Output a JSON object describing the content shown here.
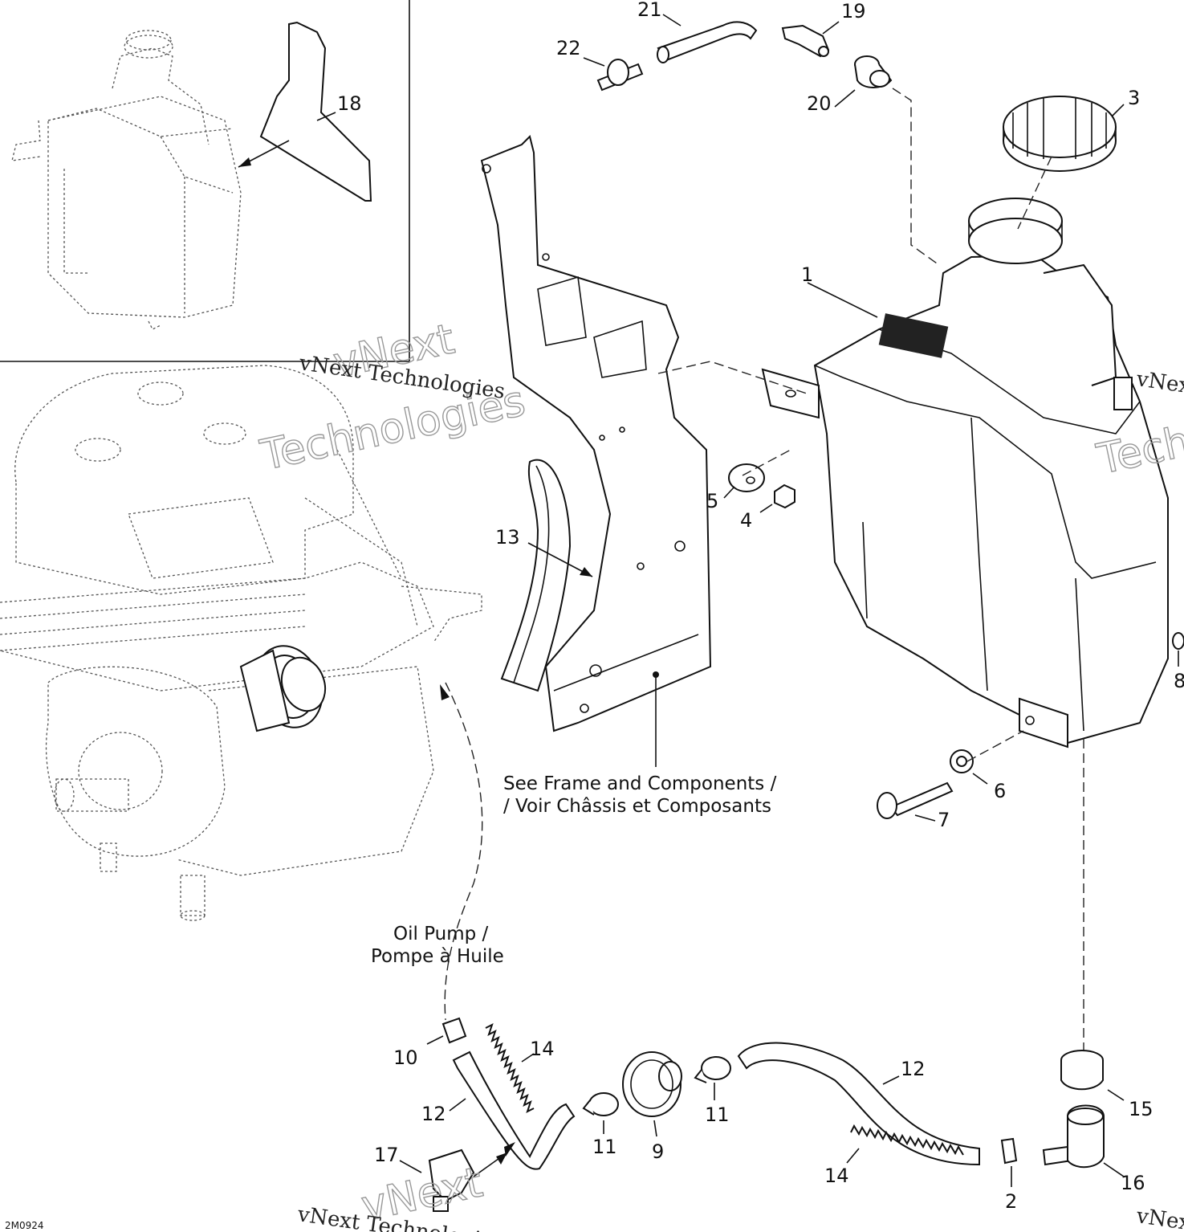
{
  "callouts": {
    "c1": "1",
    "c2": "2",
    "c3": "3",
    "c4": "4",
    "c5": "5",
    "c6": "6",
    "c7": "7",
    "c8": "8",
    "c9": "9",
    "c10": "10",
    "c11a": "11",
    "c11b": "11",
    "c12a": "12",
    "c12b": "12",
    "c13": "13",
    "c14a": "14",
    "c14b": "14",
    "c15": "15",
    "c16": "16",
    "c17": "17",
    "c18": "18",
    "c19": "19",
    "c20": "20",
    "c21": "21",
    "c22": "22"
  },
  "notes": {
    "frame_line1": "See Frame and Components /",
    "frame_line2": "/ Voir Châssis et Composants",
    "pump_line1": "Oil Pump /",
    "pump_line2": "Pompe à Huile"
  },
  "watermarks": {
    "brand": "vNext Technologies",
    "big_1": "vNext",
    "big_2": "Technologies"
  },
  "drawing_code": "2M0924"
}
